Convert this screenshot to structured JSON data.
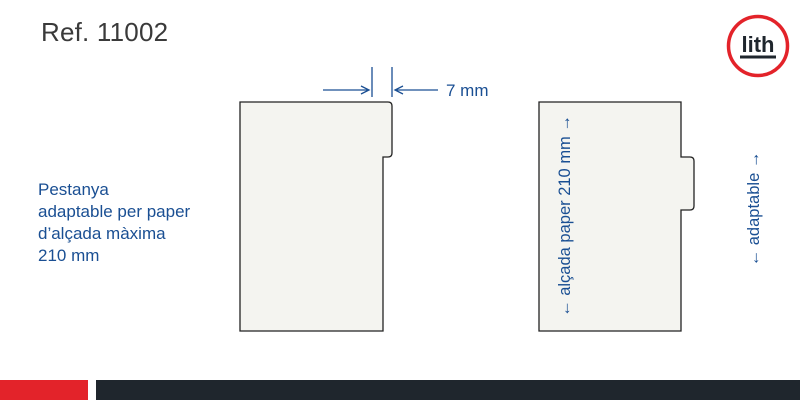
{
  "header": {
    "ref": "Ref. 11002"
  },
  "description": {
    "lines": [
      "Pestanya",
      "adaptable per paper",
      "d’alçada màxima",
      "210 mm"
    ]
  },
  "dimensions": {
    "tab_width": "7 mm",
    "paper_height": "← alçada paper 210 mm →",
    "adaptable": "← adaptable →"
  },
  "logo": {
    "text": "lith"
  },
  "colors": {
    "blue": "#1a4f93",
    "red": "#e3232a",
    "dark": "#1f262d",
    "paper_fill": "#f4f4f0"
  }
}
